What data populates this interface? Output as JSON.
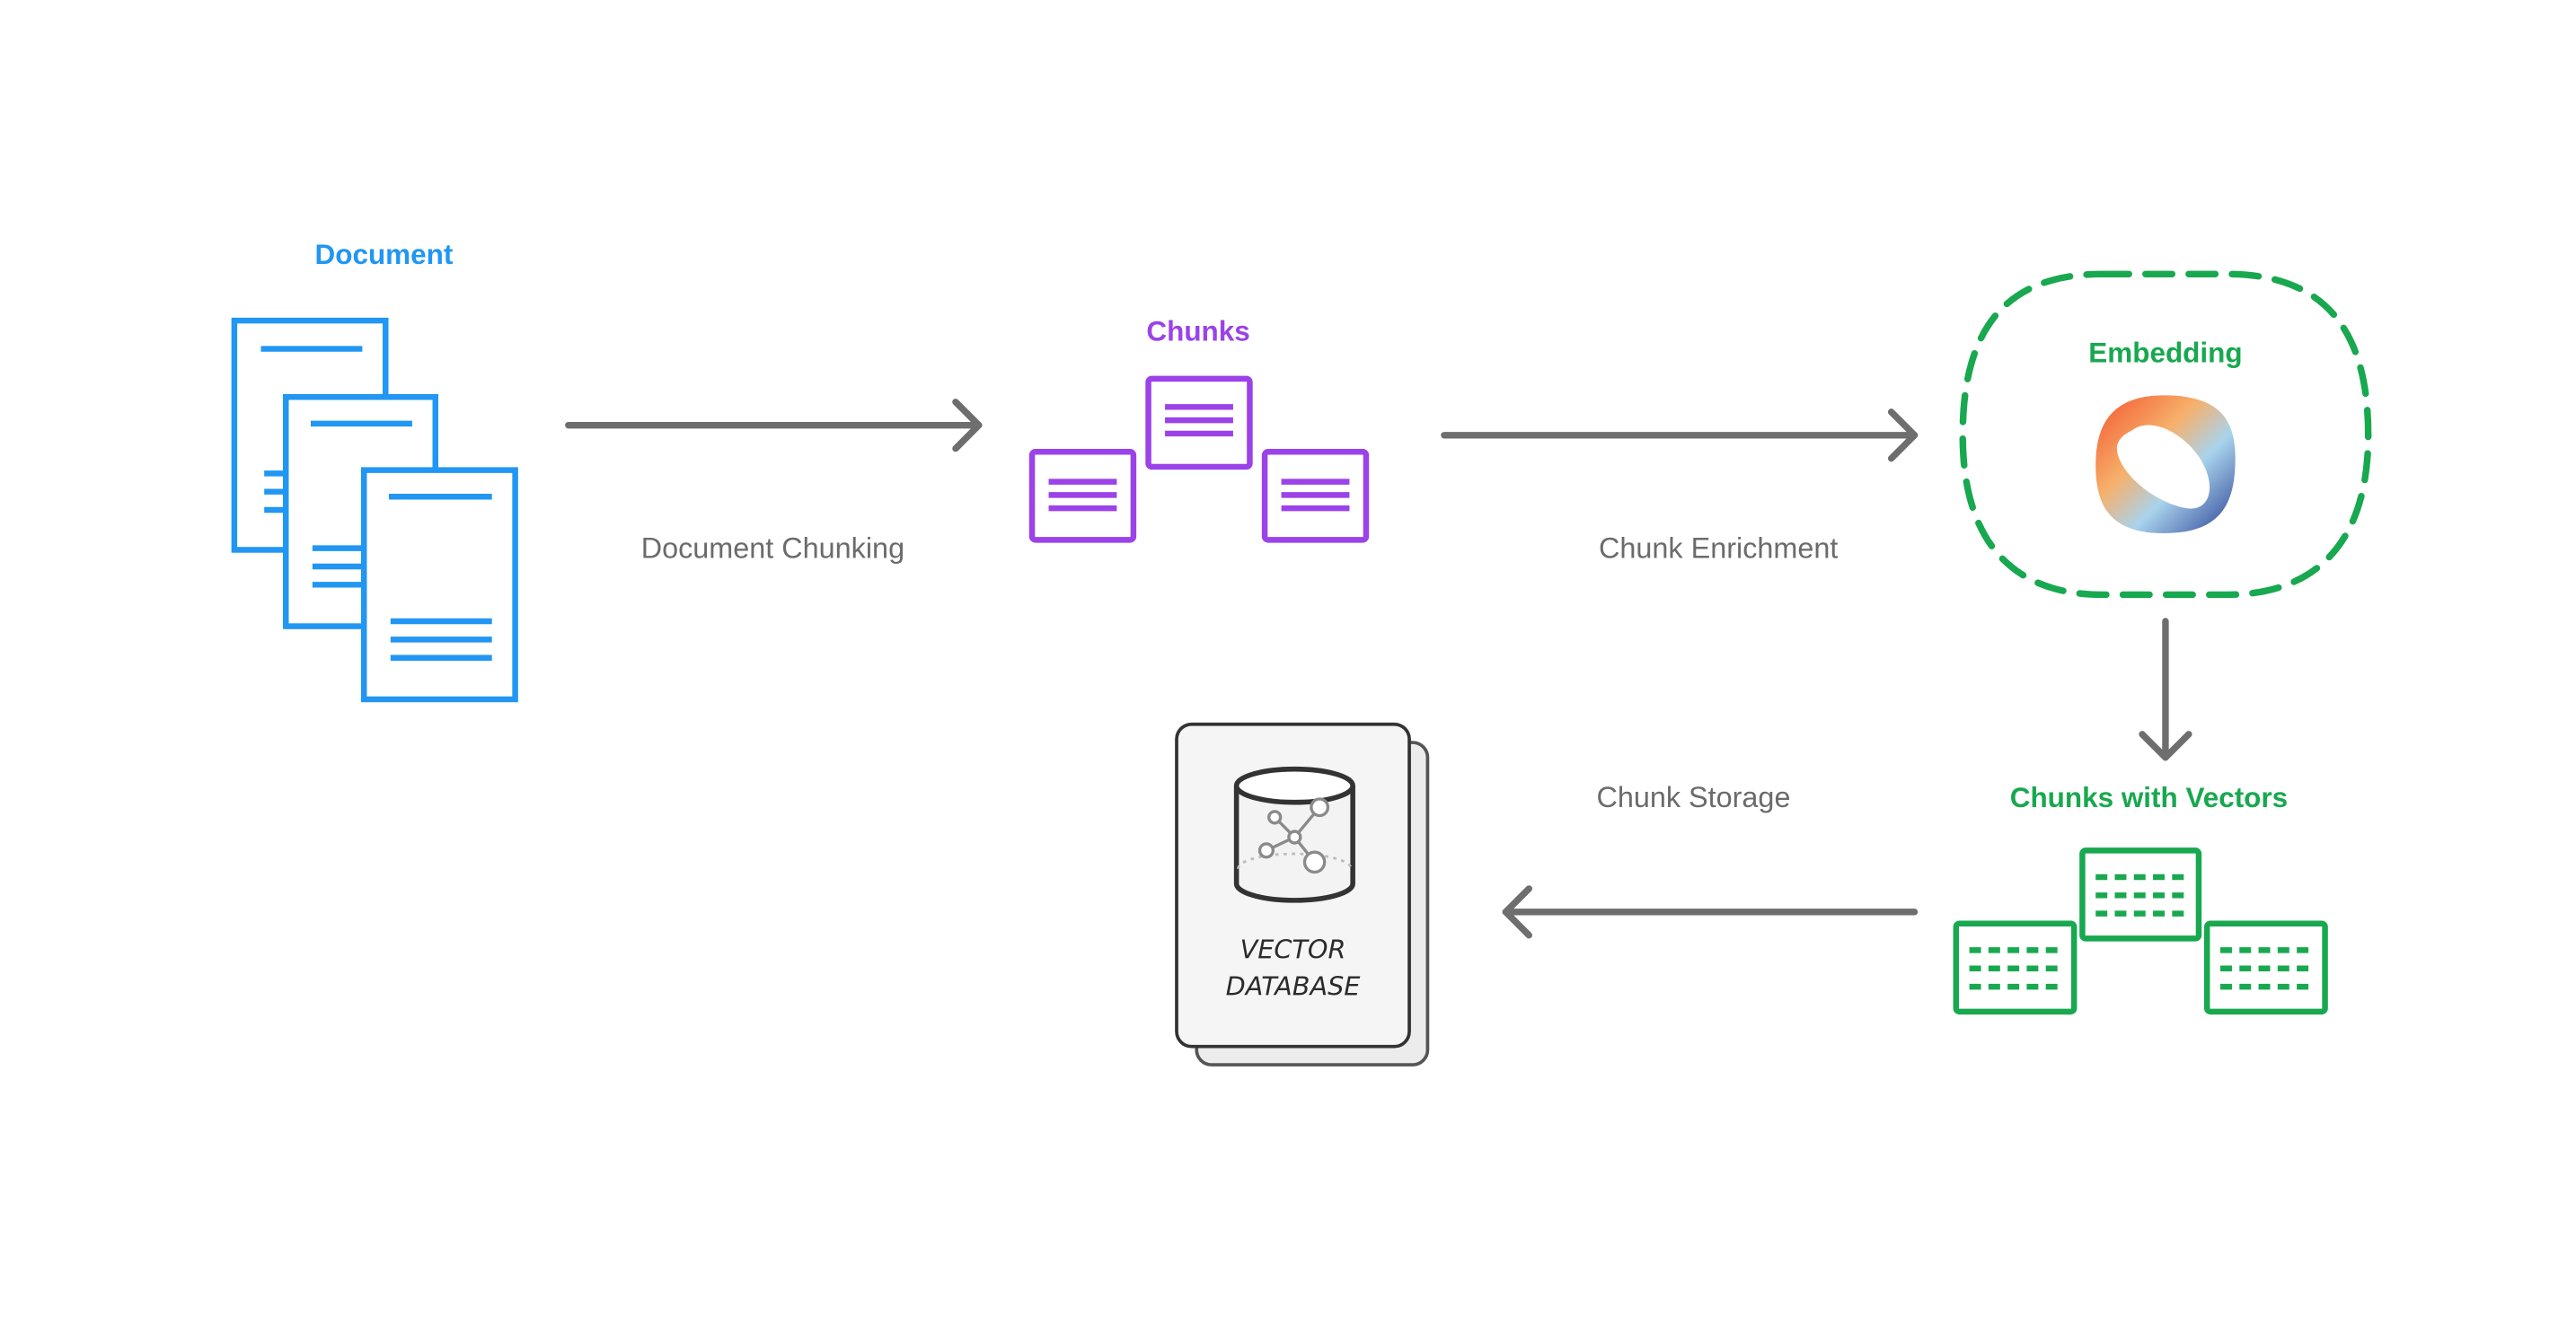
{
  "nodes": {
    "document": {
      "label": "Document",
      "color": "#2196f3"
    },
    "chunks": {
      "label": "Chunks",
      "color": "#9b42e8"
    },
    "embedding": {
      "label": "Embedding",
      "color": "#18a84f"
    },
    "chunks_with_vectors": {
      "label": "Chunks with Vectors",
      "color": "#18a84f"
    },
    "vector_database": {
      "line1": "VECTOR",
      "line2": "DATABASE"
    }
  },
  "edges": {
    "document_chunking": "Document Chunking",
    "chunk_enrichment": "Chunk Enrichment",
    "chunk_storage": "Chunk Storage"
  },
  "colors": {
    "arrow": "#6e6e6e",
    "db_fill": "#f5f5f5",
    "db_stroke": "#333333"
  }
}
